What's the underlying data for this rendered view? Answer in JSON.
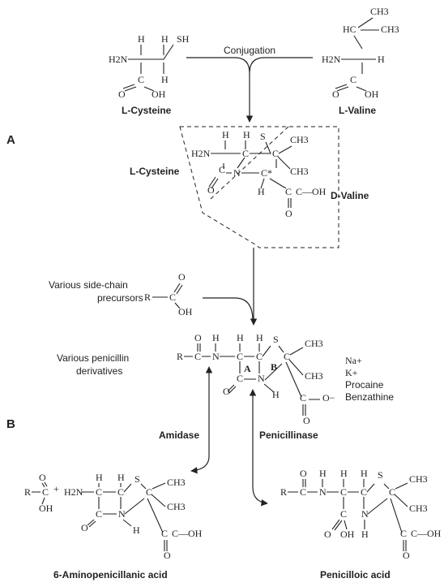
{
  "section_labels": {
    "a": "A",
    "b": "B"
  },
  "top": {
    "conjugation": "Conjugation",
    "cysteine_name": "L-Cysteine",
    "valine_name": "L-Valine"
  },
  "intermediate": {
    "cysteine_label": "L-Cysteine",
    "valine_label": "D-Valine"
  },
  "side_chain": {
    "label_line1": "Various side-chain",
    "label_line2": "precursors"
  },
  "penicillin": {
    "label_line1": "Various penicillin",
    "label_line2": "derivatives",
    "ring_a": "A",
    "ring_b": "B",
    "salts": [
      "Na+",
      "K+",
      "Procaine",
      "Benzathine"
    ]
  },
  "enzymes": {
    "amidase": "Amidase",
    "penicillinase": "Penicillinase"
  },
  "products": {
    "apa": "6-Aminopenicillanic acid",
    "penicilloic": "Penicilloic acid"
  },
  "atoms": {
    "H": "H",
    "HC": "HC",
    "CH3": "CH3",
    "SH": "SH",
    "S": "S",
    "C": "C",
    "N": "N",
    "R": "R",
    "O": "O",
    "OH": "OH",
    "H2N": "H2N",
    "COOH": "C—OH",
    "Cstar": "C*",
    "plus": "+",
    "O_minus": "O−"
  }
}
